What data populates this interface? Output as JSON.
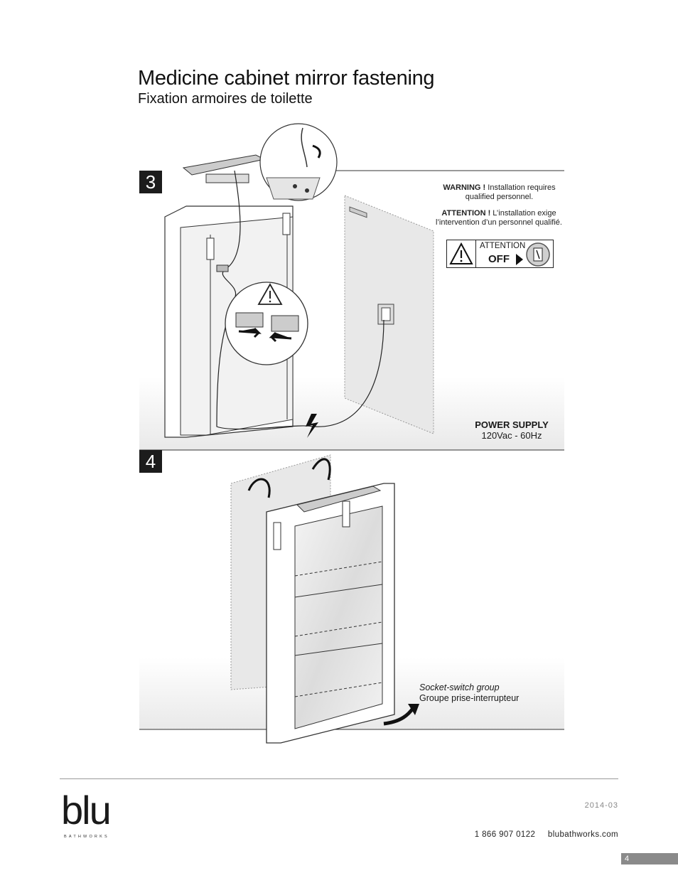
{
  "header": {
    "title": "Medicine cabinet mirror fastening",
    "subtitle": "Fixation armoires de toilette"
  },
  "steps": [
    {
      "number": "3"
    },
    {
      "number": "4"
    }
  ],
  "warning": {
    "en_bold": "WARNING !",
    "en_text": "Installation requires qualified personnel.",
    "fr_bold": "ATTENTION !",
    "fr_text": "L’installation exige l’intervention d’un personnel qualifié."
  },
  "attention_box": {
    "label": "ATTENTION",
    "state": "OFF"
  },
  "power_supply": {
    "label": "POWER SUPPLY",
    "value": "120Vac - 60Hz"
  },
  "socket_switch": {
    "en": "Socket-switch group",
    "fr": "Groupe prise-interrupteur"
  },
  "footer": {
    "brand": "blu",
    "brand_sub": "BATHWORKS",
    "date": "2014-03",
    "phone": "1 866 907 0122",
    "website": "blubathworks.com",
    "page": "4"
  }
}
